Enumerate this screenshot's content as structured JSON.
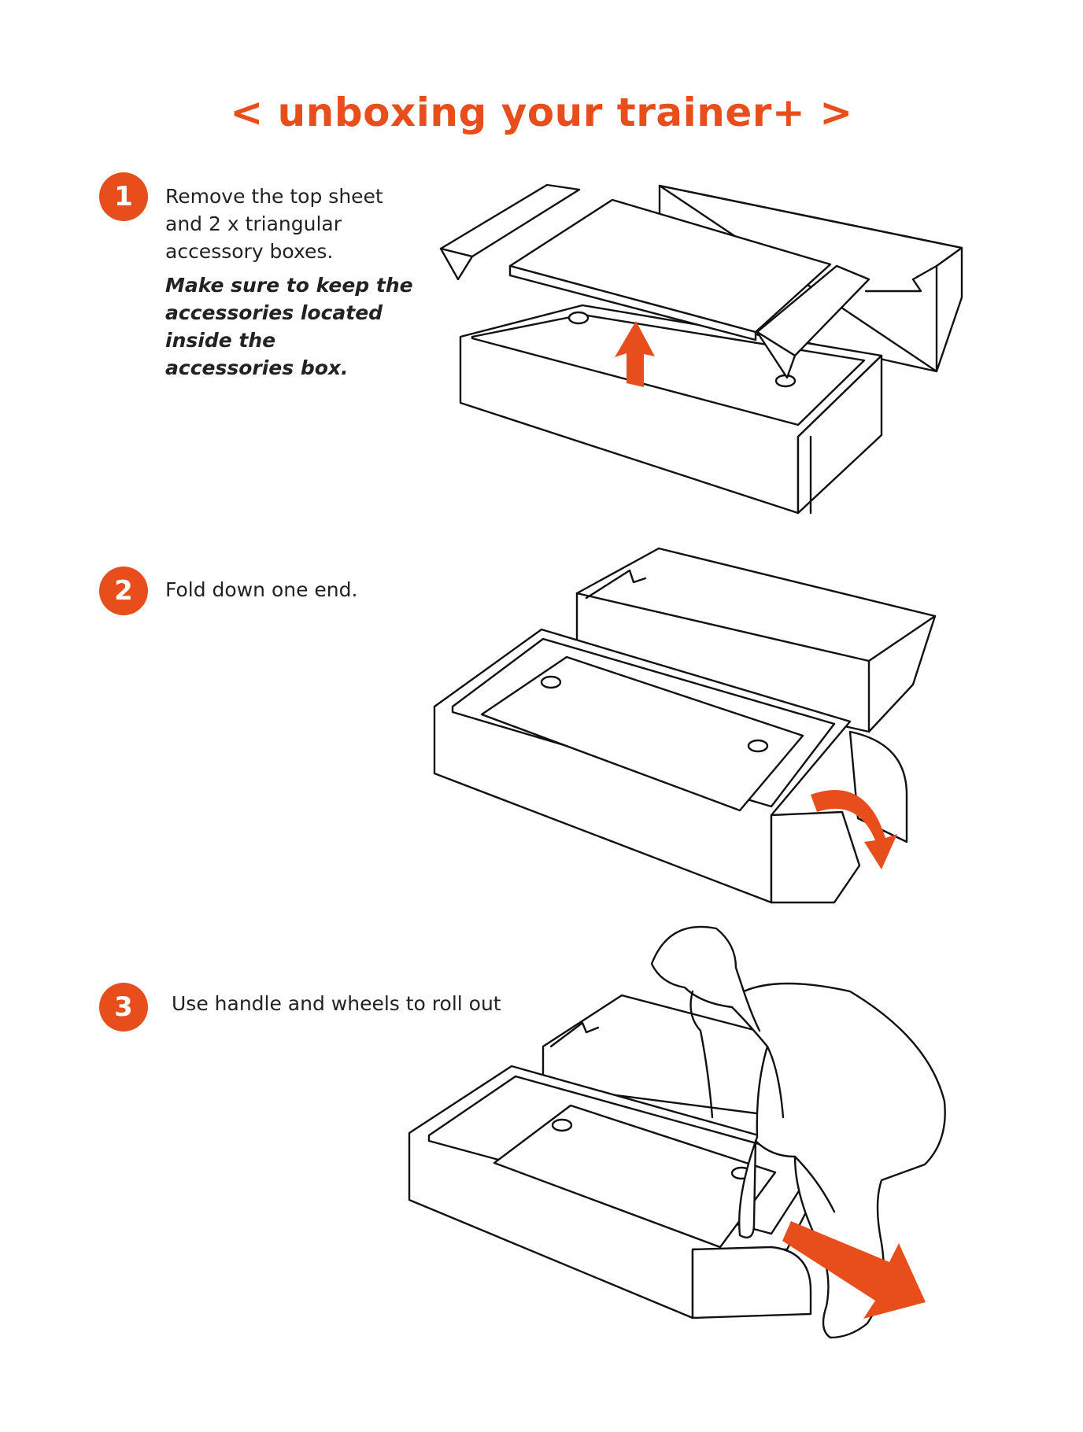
{
  "title": "< unboxing your trainer+ >",
  "accent_color": "#e84e1b",
  "steps": [
    {
      "number": "1",
      "lines": [
        "Remove the top sheet",
        "and 2 x triangular",
        "accessory boxes."
      ],
      "note_lines": [
        "Make sure to keep the",
        "accessories located",
        "inside the",
        "accessories box."
      ]
    },
    {
      "number": "2",
      "lines": [
        "Fold down one end."
      ]
    },
    {
      "number": "3",
      "lines": [
        "Use handle and wheels to roll out"
      ]
    }
  ]
}
